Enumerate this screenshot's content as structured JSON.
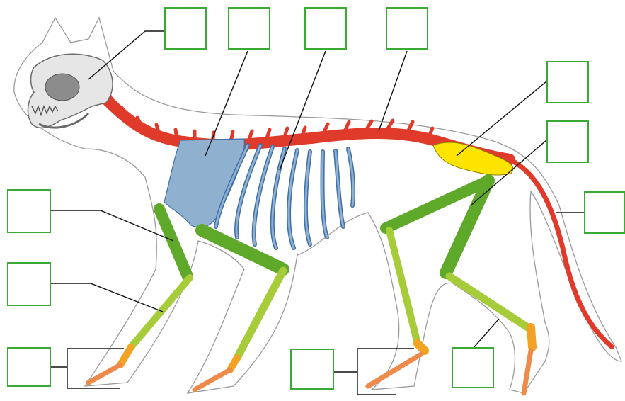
{
  "diagram": {
    "colors": {
      "skull": "#e6e6e6",
      "spine": "#e03b2a",
      "scapula_ribs": "#8fb0cf",
      "rib_outline": "#3f6fa8",
      "pelvis": "#ffe400",
      "upper_limb": "#5fa92a",
      "lower_limb": "#a6cc3a",
      "paw_tarsal": "#f2a324",
      "digits": "#ee8a4a",
      "outline": "#9a9a9a",
      "label_border": "#3aaa35"
    },
    "label_boxes": [
      {
        "id": "skull",
        "value": ""
      },
      {
        "id": "scapula",
        "value": ""
      },
      {
        "id": "ribs",
        "value": ""
      },
      {
        "id": "vertebrae",
        "value": ""
      },
      {
        "id": "pelvis",
        "value": ""
      },
      {
        "id": "femur",
        "value": ""
      },
      {
        "id": "tail-vertebrae",
        "value": ""
      },
      {
        "id": "humerus",
        "value": ""
      },
      {
        "id": "radius-ulna",
        "value": ""
      },
      {
        "id": "front-paw",
        "value": ""
      },
      {
        "id": "hind-paw",
        "value": ""
      },
      {
        "id": "tibia-fibula",
        "value": ""
      }
    ]
  }
}
